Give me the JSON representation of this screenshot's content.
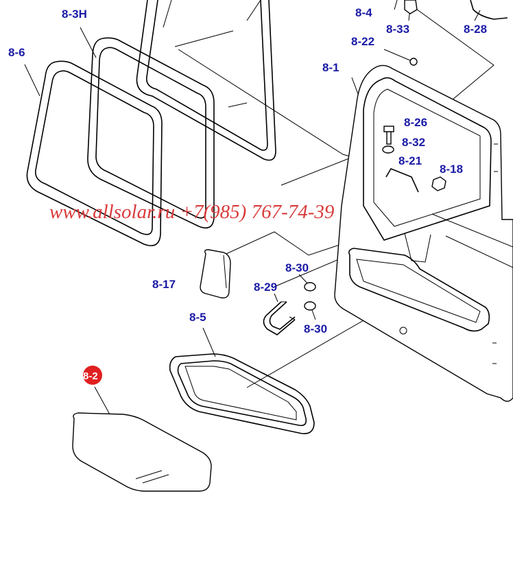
{
  "labels": {
    "l_8_3h": "8-3H",
    "l_8_6": "8-6",
    "l_8_4": "8-4",
    "l_8_33": "8-33",
    "l_8_28": "8-28",
    "l_8_22": "8-22",
    "l_8_1": "8-1",
    "l_8_26": "8-26",
    "l_8_32": "8-32",
    "l_8_21": "8-21",
    "l_8_18": "8-18",
    "l_8_17": "8-17",
    "l_8_30a": "8-30",
    "l_8_29": "8-29",
    "l_8_30b": "8-30",
    "l_8_5": "8-5",
    "l_8_2": "8-2"
  },
  "watermark": "www.allsolar.ru +7(985) 767-74-39",
  "colors": {
    "label": "#1a1aa6",
    "watermark": "#d93b3b",
    "highlight": "#e02020"
  }
}
